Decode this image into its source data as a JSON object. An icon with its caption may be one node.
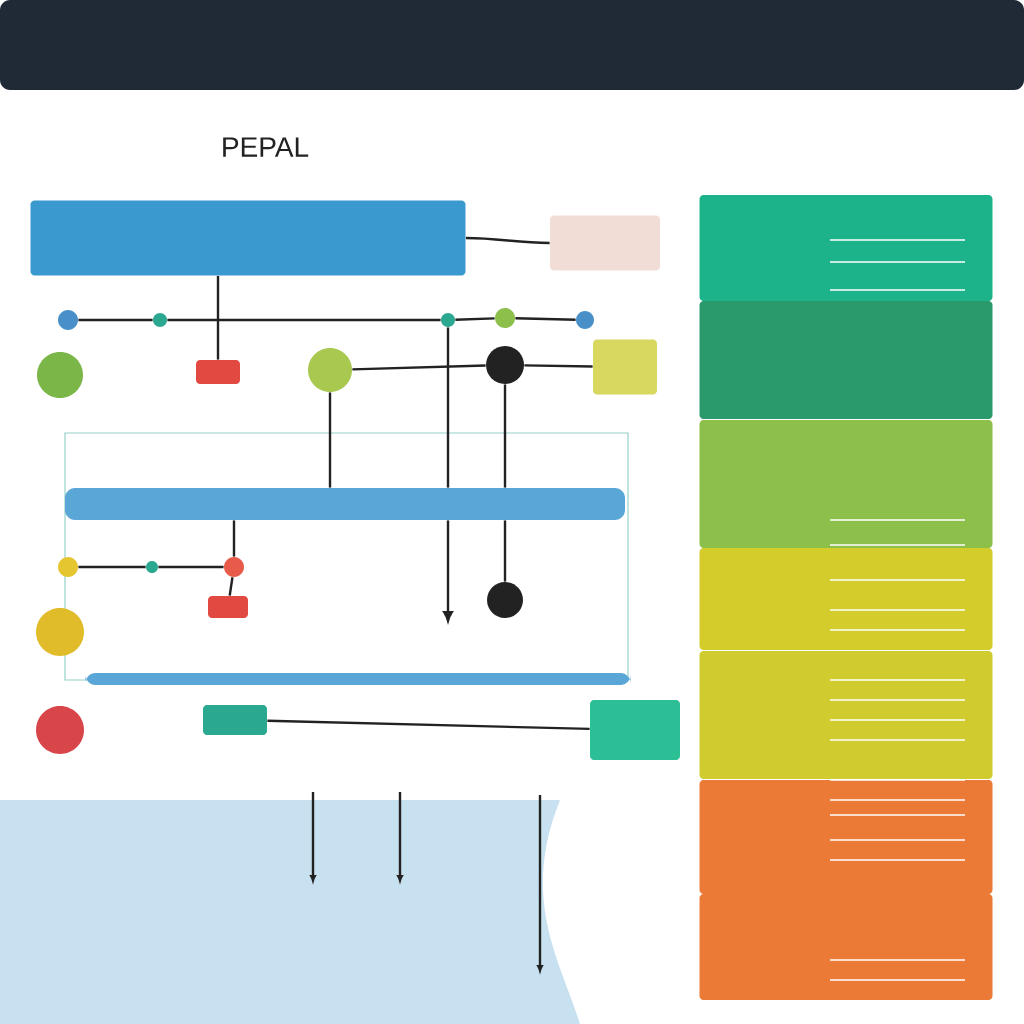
{
  "diagram": {
    "nodes": [
      {
        "text": [],
        "shape": "bar"
      },
      {
        "text": [],
        "shape": "box"
      },
      {
        "text": [],
        "shape": "box"
      },
      {
        "text": [],
        "shape": "box"
      },
      {
        "text": [],
        "shape": "box"
      },
      {
        "text": [],
        "shape": "box"
      },
      {
        "text": [],
        "shape": "box"
      },
      {
        "text": [],
        "shape": "box"
      },
      {
        "text": [],
        "shape": "box"
      },
      {
        "text": [],
        "shape": "box"
      },
      {
        "text": [],
        "shape": "circle"
      },
      {
        "text": [],
        "shape": "circle"
      },
      {
        "text": [],
        "shape": "circle"
      },
      {
        "text": [],
        "shape": "circle"
      },
      {
        "text": [],
        "shape": "circle"
      },
      {
        "text": [],
        "shape": "circle"
      },
      {
        "text": [],
        "shape": "box"
      },
      {
        "text": [],
        "shape": "circle"
      },
      {
        "text": [],
        "shape": "circle"
      },
      {
        "text": [],
        "shape": "box"
      },
      {
        "text": [],
        "shape": "bar"
      },
      {
        "text": [],
        "shape": "circle"
      },
      {
        "text": [],
        "shape": "circle"
      },
      {
        "text": [],
        "shape": "circle"
      },
      {
        "text": [],
        "shape": "circle"
      },
      {
        "text": [],
        "shape": "circle"
      },
      {
        "text": [],
        "shape": "box"
      },
      {
        "text": [],
        "shape": "bar"
      },
      {
        "text": [],
        "shape": "circle"
      },
      {
        "text": [],
        "shape": "box"
      },
      {
        "text": [],
        "shape": "box"
      }
    ],
    "edges": [
      {
        "from": 10,
        "to": 11,
        "arrow": "none"
      },
      {
        "from": 11,
        "to": 12,
        "arrow": "none"
      },
      {
        "from": 12,
        "to": 13,
        "arrow": "none"
      },
      {
        "from": 13,
        "to": 14,
        "arrow": "none"
      },
      {
        "from": 1,
        "to": 2,
        "arrow": "none"
      },
      {
        "from": 1,
        "to": 16,
        "arrow": "none"
      },
      {
        "from": 17,
        "to": 18,
        "arrow": "none"
      },
      {
        "from": 18,
        "to": 19,
        "arrow": "none"
      },
      {
        "from": 17,
        "to": 20,
        "arrow": "none"
      },
      {
        "from": 18,
        "to": 20,
        "arrow": "none"
      },
      {
        "from": 12,
        "to": 20,
        "arrow": "none"
      },
      {
        "from": 21,
        "to": 22,
        "arrow": "none"
      },
      {
        "from": 22,
        "to": 23,
        "arrow": "none"
      },
      {
        "from": 20,
        "to": 23,
        "arrow": "none"
      },
      {
        "from": 23,
        "to": 26,
        "arrow": "none"
      },
      {
        "from": 29,
        "to": 30,
        "arrow": "none"
      },
      {
        "from": 20,
        "to": 24,
        "arrow": "none"
      },
      {
        "from": 20,
        "to": null,
        "arrow": "to"
      }
    ],
    "labels": [
      "PEPAL"
    ]
  }
}
